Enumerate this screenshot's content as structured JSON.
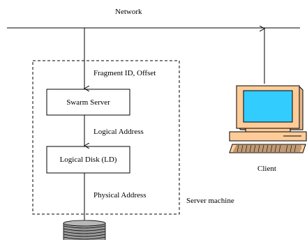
{
  "labels": {
    "network": "Network",
    "fragment": "Fragment ID, Offset",
    "logical_address": "Logical Address",
    "physical_address": "Physical Address",
    "server_machine": "Server machine",
    "client": "Client"
  },
  "boxes": {
    "swarm_server": "Swarm Server",
    "logical_disk": "Logical Disk (LD)"
  },
  "colors": {
    "monitor_body": "#ffcc99",
    "monitor_screen": "#33ccff",
    "disk": "#999999",
    "line": "#000000"
  }
}
